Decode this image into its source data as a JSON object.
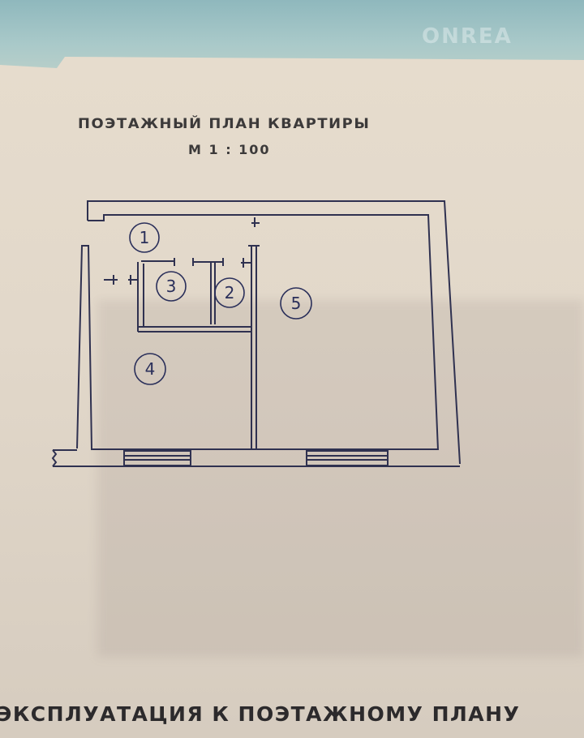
{
  "watermark": "ONREA",
  "title": "ПОЭТАЖНЫЙ ПЛАН КВАРТИРЫ",
  "scale": "М 1 : 100",
  "rooms": [
    {
      "number": "1"
    },
    {
      "number": "2"
    },
    {
      "number": "3"
    },
    {
      "number": "4"
    },
    {
      "number": "5"
    }
  ],
  "footer": "ЭКСПЛУАТАЦИЯ К ПОЭТАЖНОМУ ПЛАНУ",
  "colors": {
    "ink": "#2f3150",
    "pen": "#2a2f5a"
  }
}
